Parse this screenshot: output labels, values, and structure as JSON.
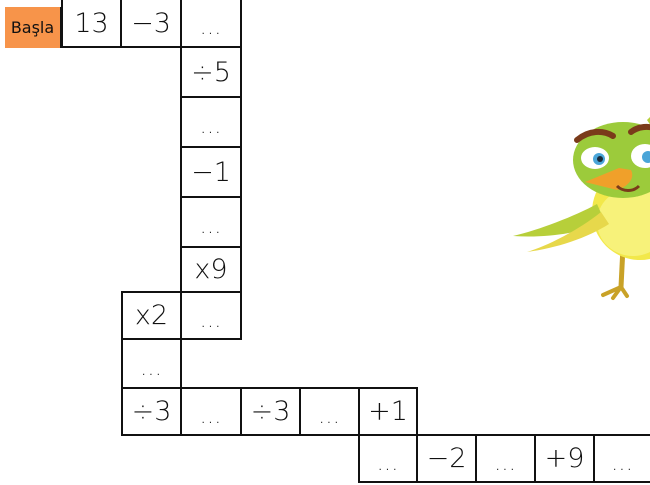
{
  "colors": {
    "start_fill": "#f7944a",
    "border": "#111111"
  },
  "start_label": "Başla",
  "cells": [
    {
      "text": "13"
    },
    {
      "text": "−3"
    },
    {
      "text": "..."
    },
    {
      "text": "÷5"
    },
    {
      "text": "..."
    },
    {
      "text": "−1"
    },
    {
      "text": "..."
    },
    {
      "text": "x9"
    },
    {
      "text": "..."
    },
    {
      "text": "x2"
    },
    {
      "text": "..."
    },
    {
      "text": "÷3"
    },
    {
      "text": "..."
    },
    {
      "text": "÷3"
    },
    {
      "text": "..."
    },
    {
      "text": "+1"
    },
    {
      "text": "..."
    },
    {
      "text": "−2"
    },
    {
      "text": "..."
    },
    {
      "text": "+9"
    },
    {
      "text": "..."
    }
  ],
  "illustration": "bird-icon"
}
